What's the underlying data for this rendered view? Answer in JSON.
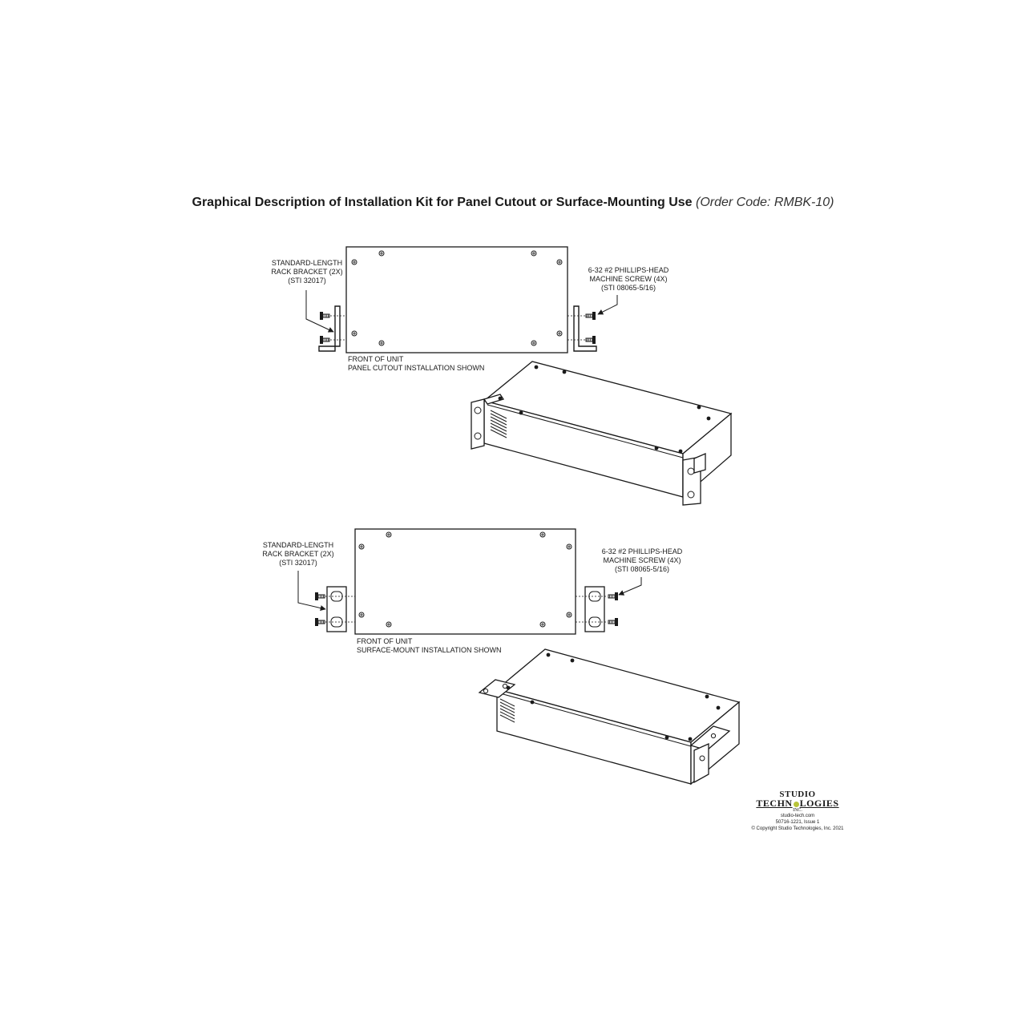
{
  "title": {
    "main": "Graphical Description of Installation Kit for Panel Cutout or Surface-Mounting Use",
    "order_code": "(Order Code: RMBK-10)"
  },
  "top_section": {
    "bracket_label": [
      "STANDARD-LENGTH",
      "RACK BRACKET (2X)",
      "(STI 32017)"
    ],
    "screw_label": [
      "6-32 #2 PHILLIPS-HEAD",
      "MACHINE SCREW (4X)",
      "(STI 08065-5/16)"
    ],
    "front_label": [
      "FRONT OF UNIT",
      "PANEL CUTOUT INSTALLATION SHOWN"
    ]
  },
  "bottom_section": {
    "bracket_label": [
      "STANDARD-LENGTH",
      "RACK BRACKET (2X)",
      "(STI 32017)"
    ],
    "screw_label": [
      "6-32 #2 PHILLIPS-HEAD",
      "MACHINE SCREW (4X)",
      "(STI 08065-5/16)"
    ],
    "front_label": [
      "FRONT OF UNIT",
      "SURFACE-MOUNT INSTALLATION SHOWN"
    ]
  },
  "footer": {
    "brand_line1": "STUDIO",
    "brand_line2a": "TECHN",
    "brand_line2b": "LOGIES",
    "brand_line3": "INC.",
    "website": "studio-tech.com",
    "doc_number": "50716-1221, Issue 1",
    "copyright": "© Copyright Studio Technologies, Inc. 2021"
  }
}
